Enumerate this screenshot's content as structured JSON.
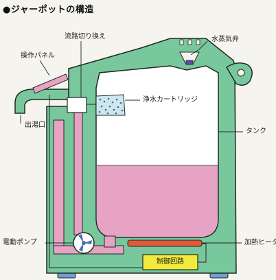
{
  "title": "●ジャーポットの構造",
  "labels": {
    "flow_switch": "流路切り換え",
    "steam_valve": "水蒸気弁",
    "control_panel": "操作パネル",
    "water_cartridge": "浄水カートリッジ",
    "spout": "出湯口",
    "tank": "タンク",
    "electric_pump": "電動ポンプ",
    "heater": "加熱ヒータ",
    "control_circuit": "制御回路"
  },
  "colors": {
    "body_green": "#79c79d",
    "outline": "#1e2a22",
    "water_pink": "#e6a3c4",
    "tank_white": "#ffffff",
    "heater_red": "#e05a3a",
    "circuit_yellow": "#f2ea3c",
    "cartridge_blue": "#cfe6ee",
    "feet": "#6e9fd0",
    "background": "#f6f4ee"
  }
}
